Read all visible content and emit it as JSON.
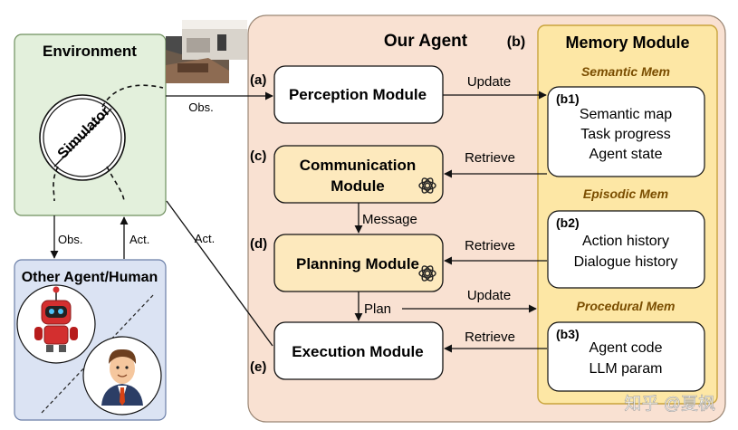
{
  "environment": {
    "title": "Environment",
    "simulator": "Simulator"
  },
  "other_agent": {
    "title": "Other Agent/Human"
  },
  "agent": {
    "title": "Our Agent",
    "modules": {
      "perception": "Perception Module",
      "communication_line1": "Communication",
      "communication_line2": "Module",
      "planning": "Planning Module",
      "execution": "Execution Module"
    },
    "tags": {
      "a": "(a)",
      "b": "(b)",
      "c": "(c)",
      "d": "(d)",
      "e": "(e)"
    }
  },
  "memory": {
    "title": "Memory Module",
    "semantic": {
      "header": "Semantic Mem",
      "tag": "(b1)",
      "items": [
        "Semantic map",
        "Task progress",
        "Agent state"
      ]
    },
    "episodic": {
      "header": "Episodic Mem",
      "tag": "(b2)",
      "items": [
        "Action history",
        "Dialogue history"
      ]
    },
    "procedural": {
      "header": "Procedural Mem",
      "tag": "(b3)",
      "items": [
        "Agent code",
        "LLM param"
      ]
    }
  },
  "edges": {
    "obs_main": "Obs.",
    "update_top": "Update",
    "retrieve_comm": "Retrieve",
    "message": "Message",
    "retrieve_plan": "Retrieve",
    "plan": "Plan",
    "update_plan": "Update",
    "retrieve_exec": "Retrieve",
    "act_main": "Act.",
    "obs_other": "Obs.",
    "act_other": "Act."
  },
  "watermark": "知乎 @夏枫",
  "colors": {
    "environment_fill": "#e3f0dc",
    "environment_border": "#6f8f5e",
    "agent_fill": "#f9e1d2",
    "agent_border": "#9a8674",
    "memory_fill": "#fde7a5",
    "memory_border": "#c9a43c",
    "module_fill": "#ffffff",
    "llm_module_fill": "#fde9bd",
    "other_agent_fill": "#dbe3f3",
    "other_agent_border": "#6b7fa8",
    "semantic_header": "#7a4d00",
    "robot_red": "#d32f2f"
  },
  "icons": [
    "openai-logo-icon",
    "robot-icon",
    "human-avatar-icon",
    "scene-thumbnail-icon"
  ]
}
